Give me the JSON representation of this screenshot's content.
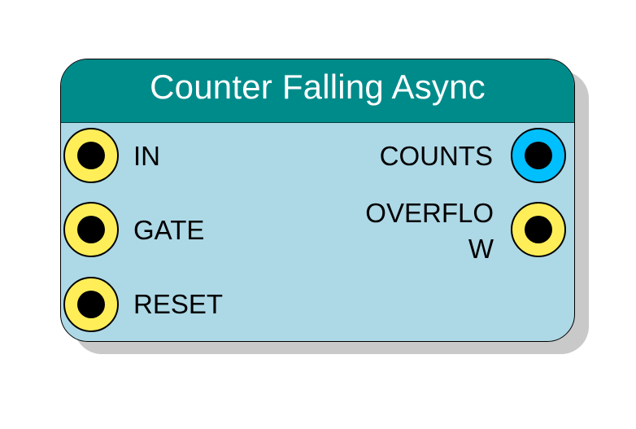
{
  "block": {
    "title": "Counter Falling Async",
    "header_color": "#008b8b",
    "body_color": "#add8e6"
  },
  "inputs": [
    {
      "label": "IN",
      "color": "#ffee58",
      "icon": "input-port-icon"
    },
    {
      "label": "GATE",
      "color": "#ffee58",
      "icon": "input-port-icon"
    },
    {
      "label": "RESET",
      "color": "#ffee58",
      "icon": "input-port-icon"
    }
  ],
  "outputs": [
    {
      "label": "COUNTS",
      "color": "#00bfff",
      "icon": "output-port-icon"
    },
    {
      "label": "OVERFLOW",
      "color": "#ffee58",
      "icon": "output-port-icon"
    }
  ]
}
